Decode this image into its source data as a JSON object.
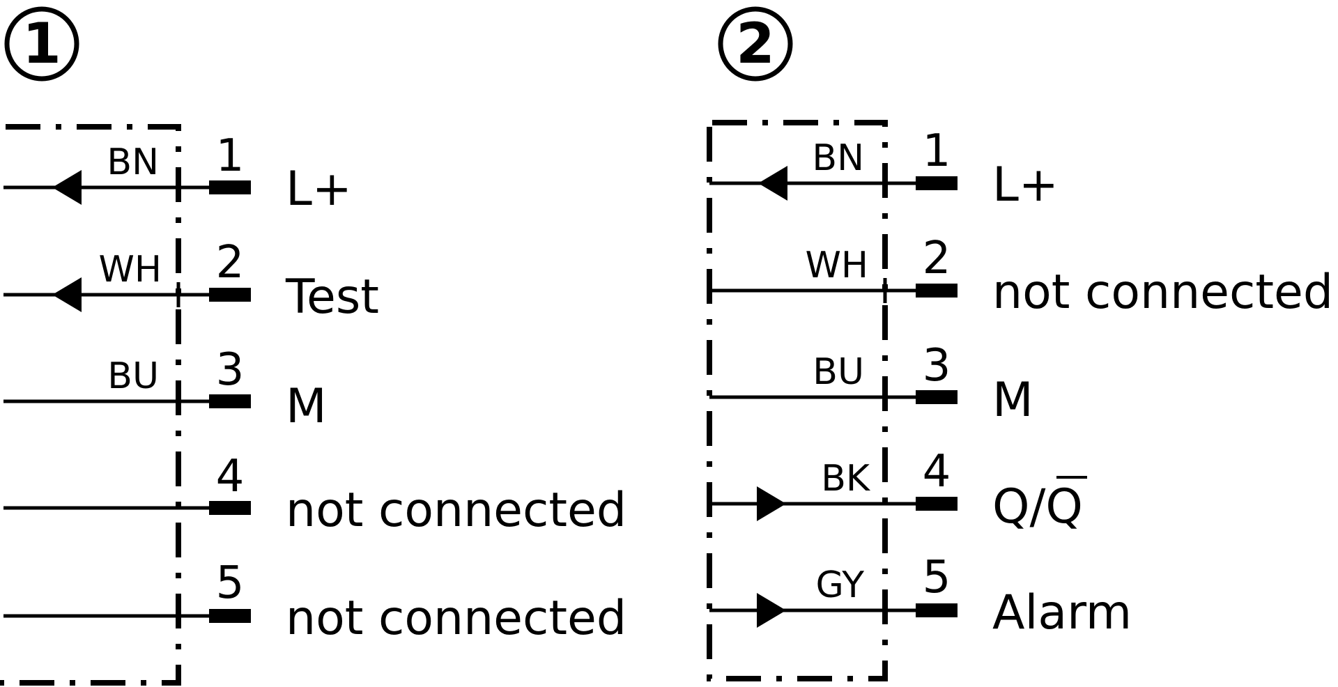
{
  "diagrams": [
    {
      "marker": "1",
      "pins": [
        {
          "pin": "1",
          "color": "BN",
          "signal": "L+",
          "dir": "out"
        },
        {
          "pin": "2",
          "color": "WH",
          "signal": "Test",
          "dir": "out"
        },
        {
          "pin": "3",
          "color": "BU",
          "signal": "M",
          "dir": "none"
        },
        {
          "pin": "4",
          "color": "",
          "signal": "not connected",
          "dir": "none"
        },
        {
          "pin": "5",
          "color": "",
          "signal": "not connected",
          "dir": "none"
        }
      ]
    },
    {
      "marker": "2",
      "pins": [
        {
          "pin": "1",
          "color": "BN",
          "signal": "L+",
          "dir": "out"
        },
        {
          "pin": "2",
          "color": "WH",
          "signal": "not connected",
          "dir": "none"
        },
        {
          "pin": "3",
          "color": "BU",
          "signal": "M",
          "dir": "none"
        },
        {
          "pin": "4",
          "color": "BK",
          "signal": "Q/Q",
          "signal_overline_last": true,
          "dir": "in"
        },
        {
          "pin": "5",
          "color": "GY",
          "signal": "Alarm",
          "dir": "in"
        }
      ]
    }
  ]
}
